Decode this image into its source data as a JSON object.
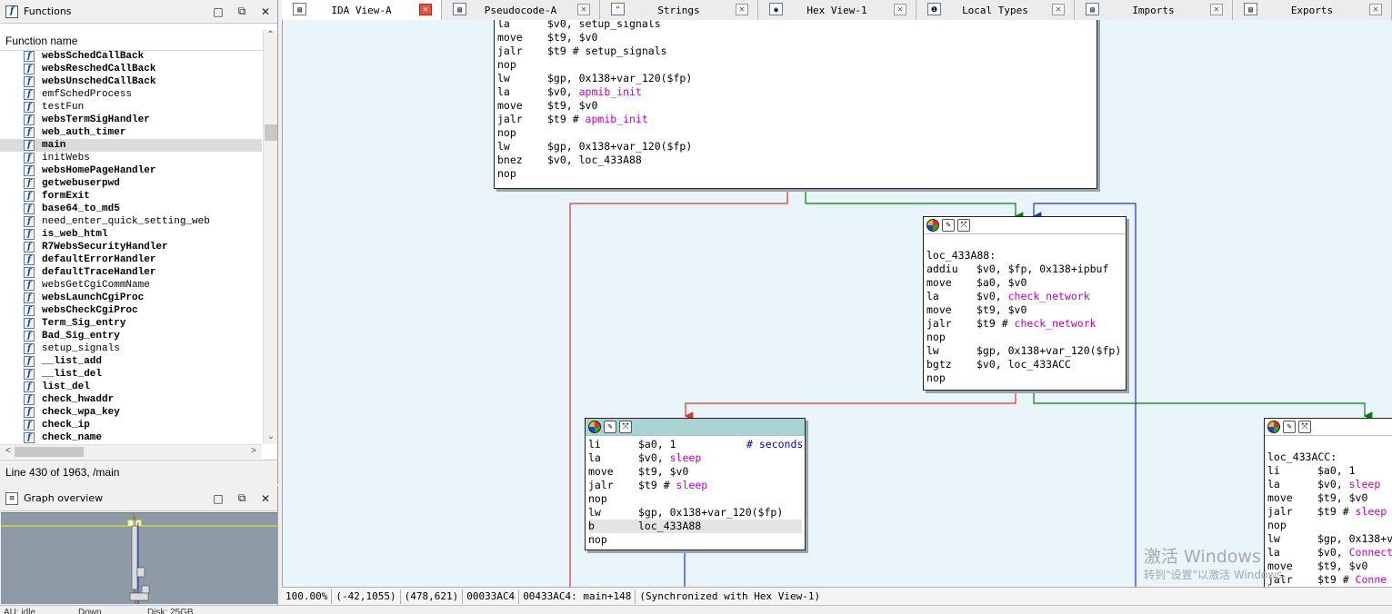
{
  "functions_panel": {
    "title": "Functions",
    "column_header": "Function name",
    "items": [
      {
        "name": "websSchedCallBack",
        "bold": true
      },
      {
        "name": "websReschedCallBack",
        "bold": true
      },
      {
        "name": "websUnschedCallBack",
        "bold": true
      },
      {
        "name": "emfSchedProcess",
        "bold": false
      },
      {
        "name": "testFun",
        "bold": false
      },
      {
        "name": "websTermSigHandler",
        "bold": true
      },
      {
        "name": "web_auth_timer",
        "bold": true
      },
      {
        "name": "main",
        "bold": true,
        "selected": true
      },
      {
        "name": "initWebs",
        "bold": false
      },
      {
        "name": "websHomePageHandler",
        "bold": true
      },
      {
        "name": "getwebuserpwd",
        "bold": true
      },
      {
        "name": "formExit",
        "bold": true
      },
      {
        "name": "base64_to_md5",
        "bold": true
      },
      {
        "name": "need_enter_quick_setting_web",
        "bold": false
      },
      {
        "name": "is_web_html",
        "bold": true
      },
      {
        "name": "R7WebsSecurityHandler",
        "bold": true
      },
      {
        "name": "defaultErrorHandler",
        "bold": true
      },
      {
        "name": "defaultTraceHandler",
        "bold": true
      },
      {
        "name": "websGetCgiCommName",
        "bold": false
      },
      {
        "name": "websLaunchCgiProc",
        "bold": true
      },
      {
        "name": "websCheckCgiProc",
        "bold": true
      },
      {
        "name": "Term_Sig_entry",
        "bold": true
      },
      {
        "name": "Bad_Sig_entry",
        "bold": true
      },
      {
        "name": "setup_signals",
        "bold": false
      },
      {
        "name": "__list_add",
        "bold": true
      },
      {
        "name": "__list_del",
        "bold": true
      },
      {
        "name": "list_del",
        "bold": true
      },
      {
        "name": "check_hwaddr",
        "bold": true
      },
      {
        "name": "check_wpa_key",
        "bold": true
      },
      {
        "name": "check_ip",
        "bold": true
      },
      {
        "name": "check_name",
        "bold": true
      }
    ],
    "status": "Line 430 of 1963, /main",
    "icon": "function-icon"
  },
  "overview_panel": {
    "title": "Graph overview"
  },
  "tabs": [
    {
      "label": "IDA View-A",
      "icon": "ida-view-icon",
      "active": true,
      "icon_text": "▤"
    },
    {
      "label": "Pseudocode-A",
      "icon": "pseudocode-icon",
      "active": false,
      "icon_text": "▤"
    },
    {
      "label": "Strings",
      "icon": "strings-icon",
      "active": false,
      "icon_text": "\""
    },
    {
      "label": "Hex View-1",
      "icon": "hex-view-icon",
      "active": false,
      "icon_text": "◉"
    },
    {
      "label": "Local Types",
      "icon": "local-types-icon",
      "active": false,
      "icon_text": "❶"
    },
    {
      "label": "Imports",
      "icon": "imports-icon",
      "active": false,
      "icon_text": "▤"
    },
    {
      "label": "Exports",
      "icon": "exports-icon",
      "active": false,
      "icon_text": "▤"
    }
  ],
  "nodes": {
    "top": {
      "lines": [
        [
          {
            "t": "la"
          },
          {
            "t": "$v0, setup_signals"
          }
        ],
        [
          {
            "t": "move"
          },
          {
            "t": "$t9, $v0"
          }
        ],
        [
          {
            "t": "jalr"
          },
          {
            "t": "$t9  # setup_signals"
          }
        ],
        [
          {
            "t": "nop"
          }
        ],
        [
          {
            "t": "lw"
          },
          {
            "t": "$gp, 0x138+var_120($fp)"
          }
        ],
        [
          {
            "t": "la"
          },
          {
            "t": "$v0, "
          },
          {
            "t": "apmib_init",
            "c": "fn"
          }
        ],
        [
          {
            "t": "move"
          },
          {
            "t": "$t9, $v0"
          }
        ],
        [
          {
            "t": "jalr"
          },
          {
            "t": "$t9  # "
          },
          {
            "t": "apmib_init",
            "c": "fn"
          }
        ],
        [
          {
            "t": "nop"
          }
        ],
        [
          {
            "t": "lw"
          },
          {
            "t": "$gp, 0x138+var_120($fp)"
          }
        ],
        [
          {
            "t": "bnez"
          },
          {
            "t": "$v0, loc_433A88"
          }
        ],
        [
          {
            "t": "nop"
          }
        ]
      ]
    },
    "loc_433A88": {
      "label": "loc_433A88:",
      "lines": [
        [
          {
            "t": "addiu"
          },
          {
            "t": "$v0, $fp, 0x138+ipbuf"
          }
        ],
        [
          {
            "t": "move"
          },
          {
            "t": "$a0, $v0"
          }
        ],
        [
          {
            "t": "la"
          },
          {
            "t": "$v0, "
          },
          {
            "t": "check_network",
            "c": "fn"
          }
        ],
        [
          {
            "t": "move"
          },
          {
            "t": "$t9, $v0"
          }
        ],
        [
          {
            "t": "jalr"
          },
          {
            "t": "$t9  # "
          },
          {
            "t": "check_network",
            "c": "fn"
          }
        ],
        [
          {
            "t": "nop"
          }
        ],
        [
          {
            "t": "lw"
          },
          {
            "t": "$gp, 0x138+var_120($fp)"
          }
        ],
        [
          {
            "t": "bgtz"
          },
          {
            "t": "$v0, loc_433ACC"
          }
        ],
        [
          {
            "t": "nop"
          }
        ]
      ]
    },
    "sleep_block": {
      "lines": [
        [
          {
            "t": "li"
          },
          {
            "t": "$a0, 1"
          },
          {
            "t": "# seconds",
            "c": "cmt"
          }
        ],
        [
          {
            "t": "la"
          },
          {
            "t": "$v0, "
          },
          {
            "t": "sleep",
            "c": "fn"
          }
        ],
        [
          {
            "t": "move"
          },
          {
            "t": "$t9, $v0"
          }
        ],
        [
          {
            "t": "jalr"
          },
          {
            "t": "$t9  # "
          },
          {
            "t": "sleep",
            "c": "fn"
          }
        ],
        [
          {
            "t": "nop"
          }
        ],
        [
          {
            "t": "lw"
          },
          {
            "t": "$gp, 0x138+var_120($fp)"
          }
        ],
        [
          {
            "t": "b"
          },
          {
            "t": "loc_433A88"
          }
        ],
        [
          {
            "t": "nop"
          }
        ]
      ],
      "highlight_line": 6
    },
    "loc_433ACC": {
      "label": "loc_433ACC:",
      "lines": [
        [
          {
            "t": "li"
          },
          {
            "t": "$a0, 1"
          }
        ],
        [
          {
            "t": "la"
          },
          {
            "t": "$v0, "
          },
          {
            "t": "sleep",
            "c": "fn"
          }
        ],
        [
          {
            "t": "move"
          },
          {
            "t": "$t9, $v0"
          }
        ],
        [
          {
            "t": "jalr"
          },
          {
            "t": "$t9  # "
          },
          {
            "t": "sleep",
            "c": "fn"
          }
        ],
        [
          {
            "t": "nop"
          }
        ],
        [
          {
            "t": "lw"
          },
          {
            "t": "$gp, 0x138+v"
          }
        ],
        [
          {
            "t": "la"
          },
          {
            "t": "$v0, "
          },
          {
            "t": "Connect",
            "c": "fn"
          }
        ],
        [
          {
            "t": "move"
          },
          {
            "t": "$t9, $v0"
          }
        ],
        [
          {
            "t": "jalr"
          },
          {
            "t": "$t9  # "
          },
          {
            "t": "Conne",
            "c": "fn"
          }
        ]
      ]
    }
  },
  "graph_status": [
    "100.00%",
    "(-42,1055)",
    "(478,621)",
    "00033AC4",
    "00433AC4: main+148",
    "(Synchronized with Hex View-1)"
  ],
  "bottom_strip": [
    "AU:  idle",
    "Down",
    "Disk: 25GB"
  ],
  "watermark": {
    "line1": "激活 Windows",
    "line2": "转到\"设置\"以激活 Windows。"
  },
  "colors": {
    "edge_true": "#008000",
    "edge_false": "#e03030",
    "edge_jump": "#1a30e0",
    "graph_bg": "#eaf5fb",
    "func_ref": "#c000c0"
  }
}
